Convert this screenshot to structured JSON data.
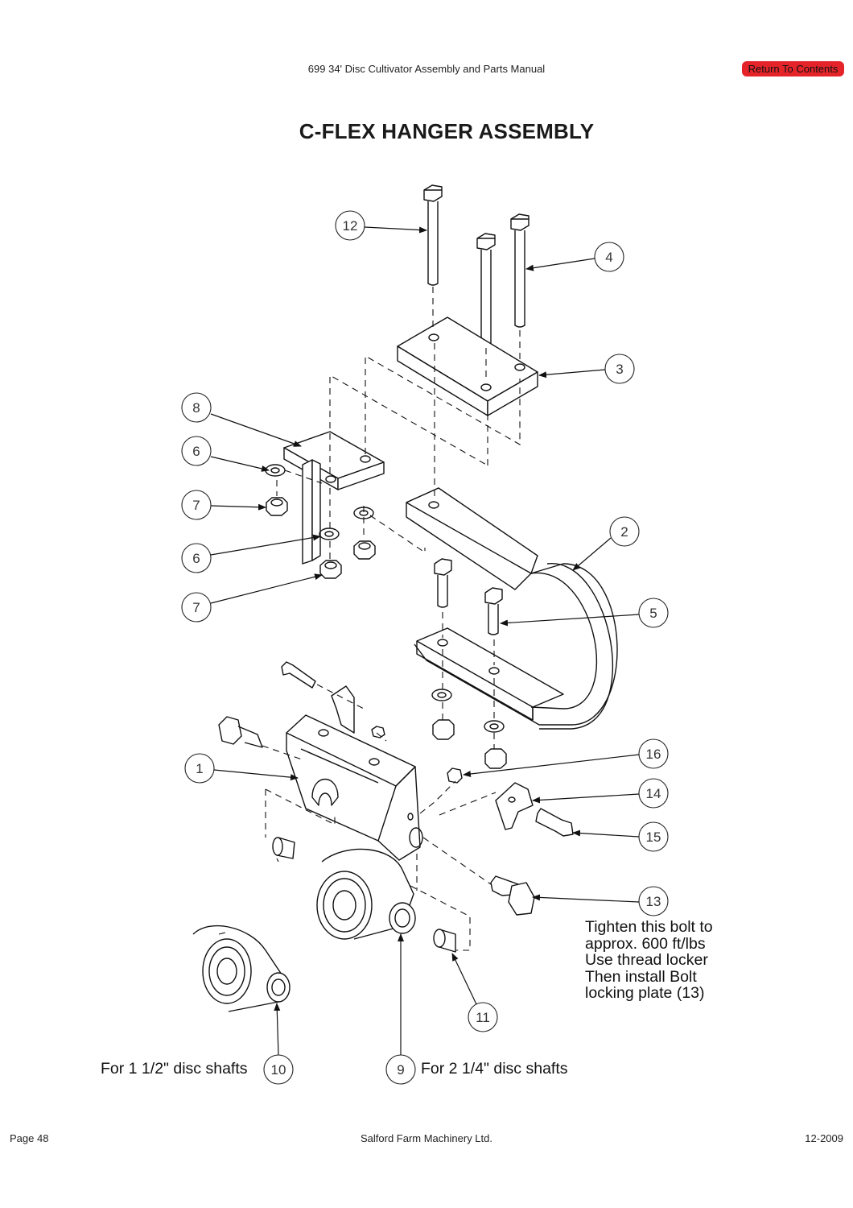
{
  "header": {
    "manual_title": "699 34' Disc Cultivator Assembly and Parts Manual",
    "return_label": "Return To Contents",
    "return_color": "#e5242a"
  },
  "page_title": "C-FLEX HANGER ASSEMBLY",
  "callouts": [
    "1",
    "2",
    "3",
    "4",
    "5",
    "6",
    "6",
    "7",
    "7",
    "8",
    "9",
    "10",
    "11",
    "12",
    "13",
    "14",
    "15",
    "16"
  ],
  "notes": {
    "tighten": [
      "Tighten this bolt to",
      "approx. 600 ft/lbs",
      "Use thread locker",
      "Then install Bolt",
      "locking plate (13)"
    ],
    "small_shaft": "For 1 1/2\" disc shafts",
    "large_shaft": "For 2 1/4\" disc shafts"
  },
  "footer": {
    "page": "Page 48",
    "company": "Salford Farm Machinery Ltd.",
    "date": "12-2009"
  }
}
